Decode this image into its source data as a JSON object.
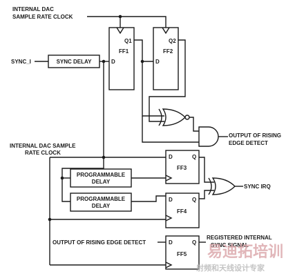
{
  "labels": {
    "dac_clock_top_line1": "INTERNAL DAC",
    "dac_clock_top_line2": "SAMPLE RATE CLOCK",
    "sync_in": "SYNC_I",
    "sync_delay": "SYNC DELAY",
    "dac_clock_left_line1": "INTERNAL DAC SAMPLE",
    "dac_clock_left_line2": "RATE CLOCK",
    "prog_delay_1_line1": "PROGRAMMABLE",
    "prog_delay_1_line2": "DELAY",
    "prog_delay_2_line1": "PROGRAMMABLE",
    "prog_delay_2_line2": "DELAY",
    "rising_edge_out_line1": "OUTPUT OF RISING",
    "rising_edge_out_line2": "EDGE DETECT",
    "sync_irq": "SYNC IRQ",
    "rising_edge_in": "OUTPUT OF RISING EDGE DETECT",
    "registered_line1": "REGISTERED INTERNAL",
    "registered_line2": "SYNC SIGNAL"
  },
  "flipflops": {
    "ff1": {
      "name": "FF1",
      "q": "Q1",
      "d": "D"
    },
    "ff2": {
      "name": "FF2",
      "q": "Q2",
      "d": "D"
    },
    "ff3": {
      "name": "FF3",
      "q": "Q",
      "d": "D"
    },
    "ff4": {
      "name": "FF4",
      "q": "Q",
      "d": "D"
    },
    "ff5": {
      "name": "FF5",
      "q": "Q",
      "d": "D"
    }
  },
  "watermark": {
    "brand": "易迪拓培训",
    "subtitle": "射频和天线设计专家"
  }
}
